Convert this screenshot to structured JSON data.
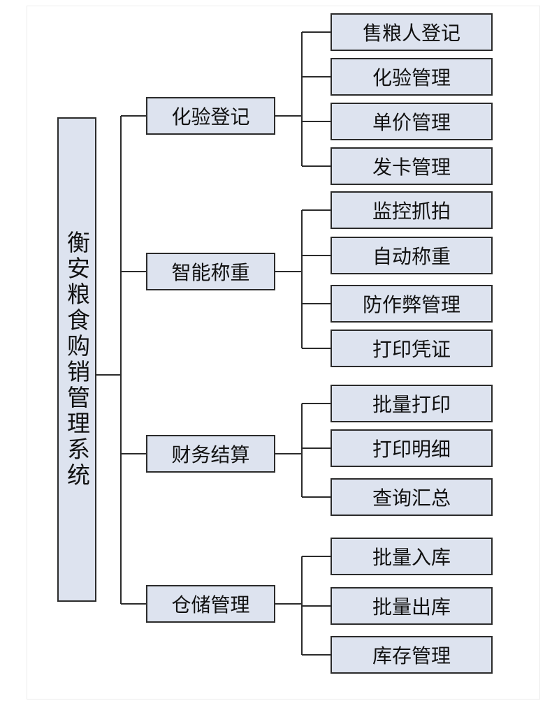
{
  "root": {
    "label": "衡安粮食购销管理系统"
  },
  "modules": [
    {
      "label": "化验登记",
      "children": [
        "售粮人登记",
        "化验管理",
        "单价管理",
        "发卡管理"
      ]
    },
    {
      "label": "智能称重",
      "children": [
        "监控抓拍",
        "自动称重",
        "防作弊管理",
        "打印凭证"
      ]
    },
    {
      "label": "财务结算",
      "children": [
        "批量打印",
        "打印明细",
        "查询汇总"
      ]
    },
    {
      "label": "仓储管理",
      "children": [
        "批量入库",
        "批量出库",
        "库存管理"
      ]
    }
  ],
  "colors": {
    "box_fill": "#dde3ef",
    "stroke": "#2b2b2b"
  }
}
